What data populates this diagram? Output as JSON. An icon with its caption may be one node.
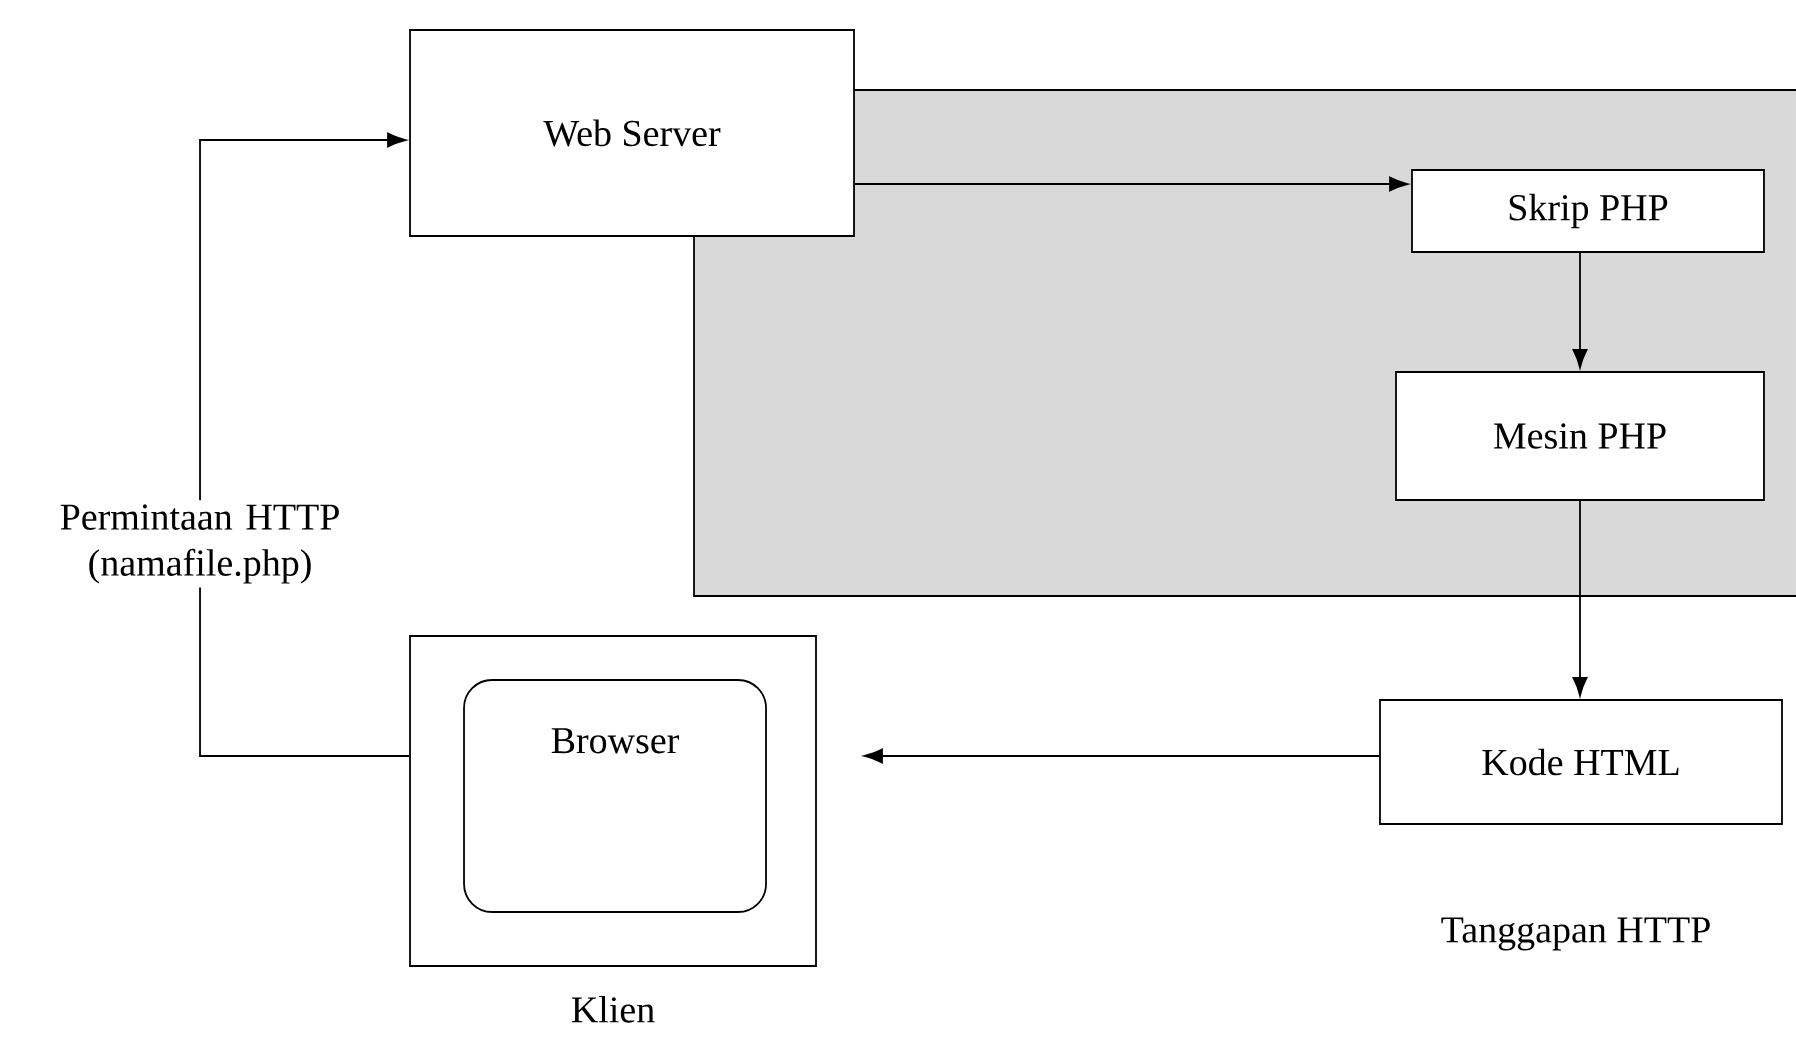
{
  "diagram": {
    "nodes": [
      {
        "text": [
          "Web Server"
        ]
      },
      {
        "text": [],
        "shape": "box"
      },
      {
        "text": [
          "Skrip PHP"
        ],
        "in": 1
      },
      {
        "text": [
          "Mesin PHP"
        ],
        "in": 1
      },
      {
        "text": [
          "Kode HTML"
        ],
        "beside": [
          "Tanggapan HTTP"
        ]
      },
      {
        "text": [
          "Klien"
        ]
      },
      {
        "text": [
          "Browser"
        ],
        "in": 5
      }
    ],
    "edges": [
      {
        "from": 0,
        "to": 2,
        "arrow": "to"
      },
      {
        "from": 2,
        "to": 3,
        "arrow": "to"
      },
      {
        "from": 3,
        "to": 4,
        "arrow": "to"
      },
      {
        "from": 4,
        "to": 5,
        "arrow": "to"
      },
      {
        "from": 5,
        "to": 0,
        "arrow": "to",
        "label": "Permintaan HTTP (namafile.php)"
      }
    ]
  }
}
